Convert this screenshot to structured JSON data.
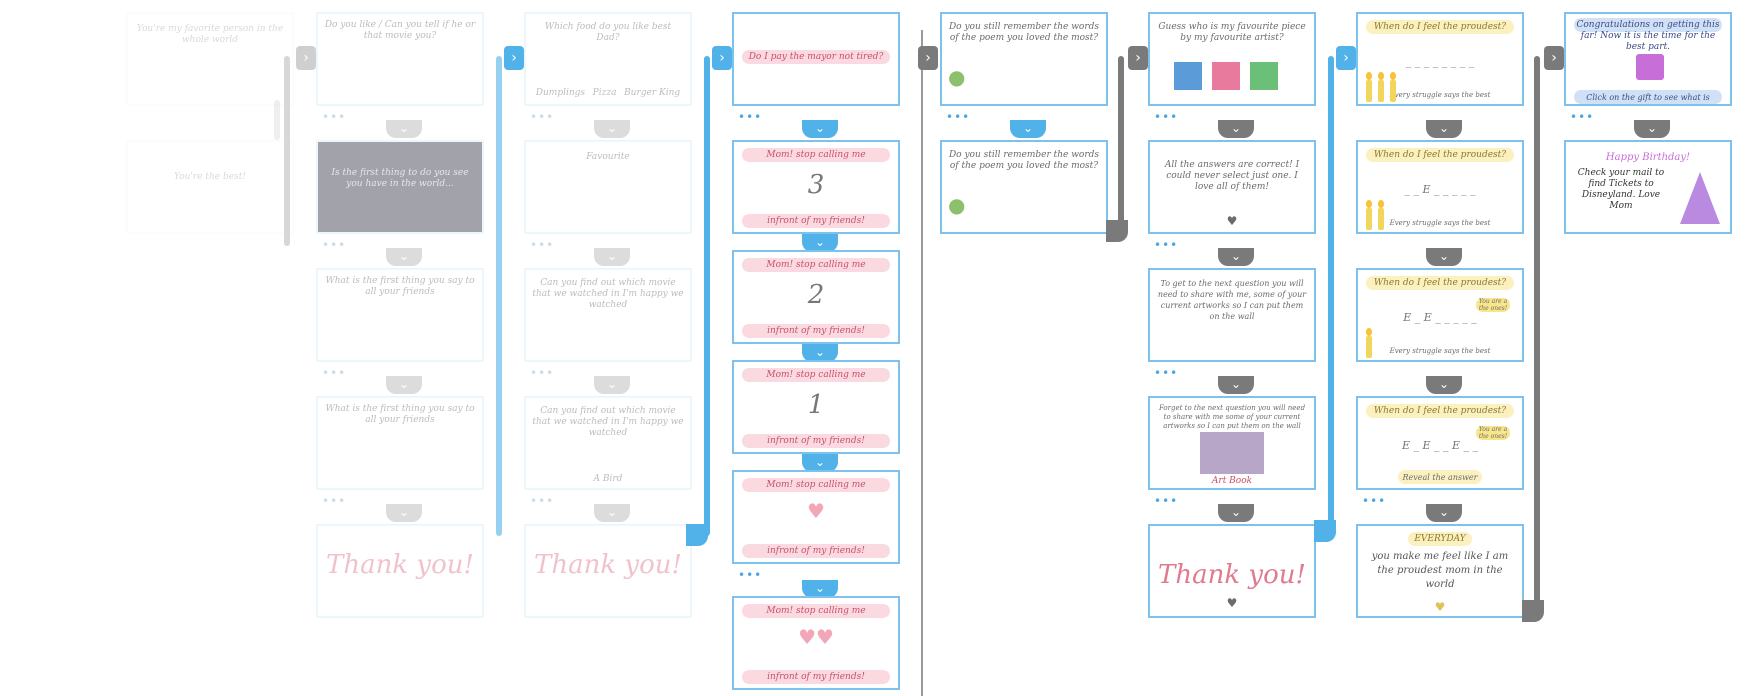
{
  "columns": [
    {
      "id": "c1",
      "cards": [
        {
          "text": "You're my favorite person in the whole world"
        },
        {
          "text": "You're the best!"
        }
      ]
    },
    {
      "id": "c2",
      "cards": [
        {
          "text": "Do you like / Can you tell if he or that movie you?"
        },
        {
          "text": "Is the first thing to do you see you have in the world..."
        },
        {
          "text": "What is the first thing you say to all your friends"
        },
        {
          "text": "What is the first thing you say to all your friends"
        },
        {
          "big": "Thank you!"
        }
      ]
    },
    {
      "id": "c3",
      "cards": [
        {
          "text": "Which food do you like best Dad?",
          "labels": [
            "Dumplings",
            "Pizza",
            "Burger King"
          ]
        },
        {
          "text": "Favourite"
        },
        {
          "text": "Can you find out which movie that we watched in I'm happy we watched"
        },
        {
          "text": "Can you find out which movie that we watched in I'm happy we watched",
          "caption": "A Bird"
        },
        {
          "big": "Thank you!"
        }
      ]
    },
    {
      "id": "c4",
      "cards": [
        {
          "text": "Do I pay the mayor not tired?"
        },
        {
          "top": "Mom! stop calling me",
          "num": "3",
          "bottom": "infront of my friends!"
        },
        {
          "top": "Mom! stop calling me",
          "num": "2",
          "bottom": "infront of my friends!"
        },
        {
          "top": "Mom! stop calling me",
          "num": "1",
          "bottom": "infront of my friends!"
        },
        {
          "top": "Mom! stop calling me",
          "num": "",
          "bottom": "infront of my friends!"
        },
        {
          "top": "Mom! stop calling me",
          "num": "",
          "bottom": "infront of my friends!"
        }
      ]
    },
    {
      "id": "c5",
      "cards": [
        {
          "text": "Do you still remember the words of the poem you loved the most?"
        },
        {
          "text": "Do you still remember the words of the poem you loved the most?"
        }
      ]
    },
    {
      "id": "c6",
      "cards": [
        {
          "text": "Guess who is my favourite piece by my favourite artist?"
        },
        {
          "text": "All the answers are correct! I could never select just one. I love all of them!"
        },
        {
          "text": "To get to the next question you will need to share with me, some of your current artworks so I can put them on the wall"
        },
        {
          "text": "Forget to the next question you will need to share with me some of your current artworks so I can put them on the wall",
          "caption": "Art Book"
        },
        {
          "big": "Thank you!"
        }
      ]
    },
    {
      "id": "c7",
      "cards": [
        {
          "title": "When do I feel the proudest?",
          "line": "_ _ _ _ _ _ _ _",
          "foot": "Every struggle says the best"
        },
        {
          "title": "When do I feel the proudest?",
          "line": "_ _ E _ _ _ _ _",
          "foot": "Every struggle says the best"
        },
        {
          "title": "When do I feel the proudest?",
          "line": "E _ E _ _ _ _ _",
          "foot": "Every struggle says the best",
          "note": "You are a the ones!"
        },
        {
          "title": "When do I feel the proudest?",
          "line": "E _ E _ _ E _ _",
          "foot": "Reveal the answer",
          "note": "You are a the ones!"
        },
        {
          "title": "EVERYDAY",
          "body": "you make me feel like I am the proudest mom in the world"
        }
      ]
    },
    {
      "id": "c8",
      "cards": [
        {
          "text": "Congratulations on getting this far! Now it is the time for the best part.",
          "foot": "Click on the gift to see what is inside."
        },
        {
          "title": "Happy Birthday!",
          "body": "Check your mail to find Tickets to Disneyland. Love Mom"
        }
      ]
    }
  ]
}
